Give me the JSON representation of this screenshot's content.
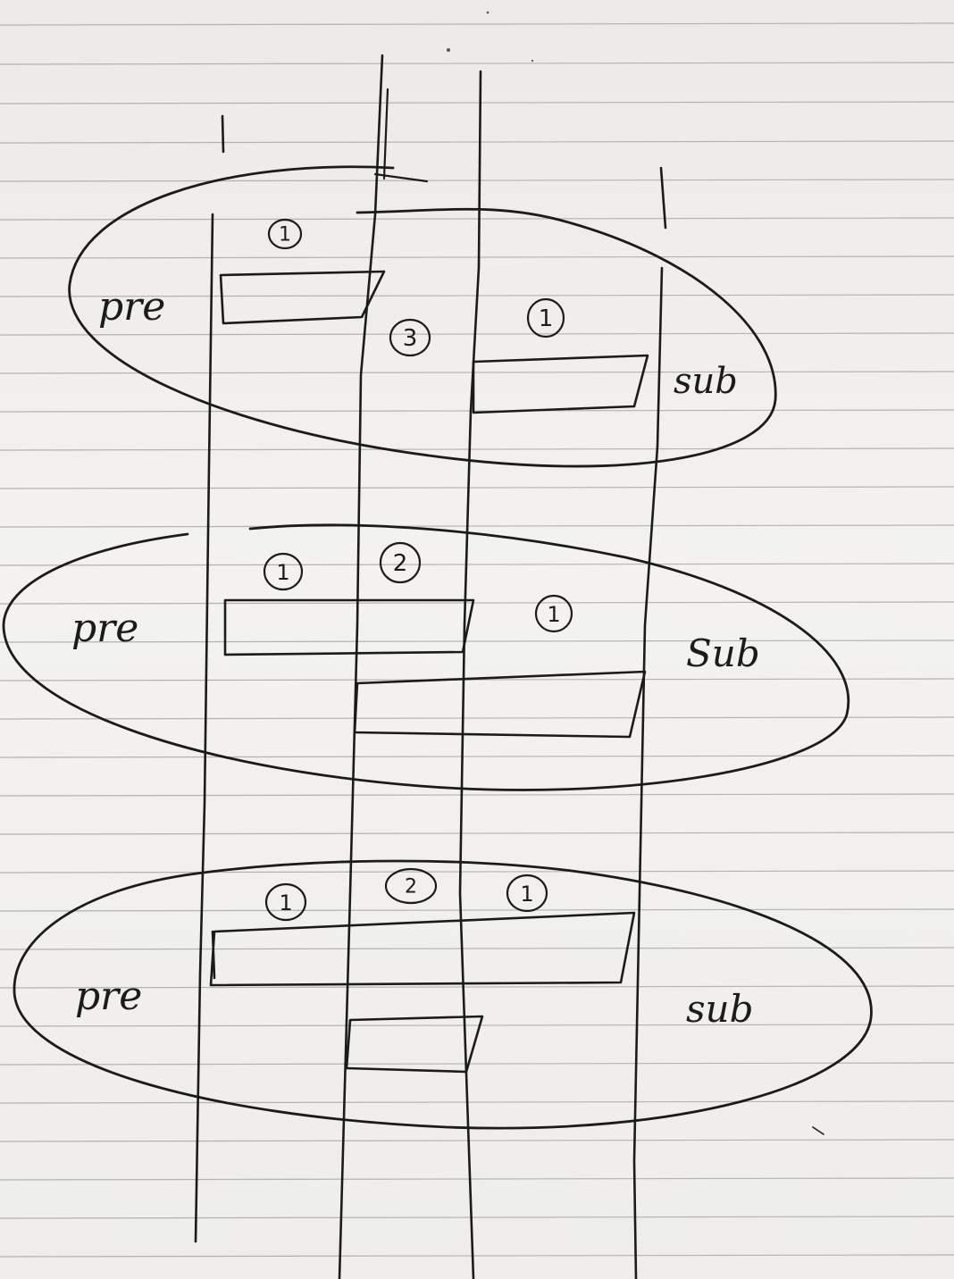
{
  "ink_color": "#1b1b1b",
  "paper_color": "#f0efec",
  "rule_color": "#b4b2ad",
  "scenarios": [
    {
      "id": "top",
      "left_label": "pre",
      "right_label": "sub",
      "markers": [
        "1",
        "3",
        "1"
      ]
    },
    {
      "id": "middle",
      "left_label": "pre",
      "right_label": "Sub",
      "markers": [
        "1",
        "2",
        "1"
      ]
    },
    {
      "id": "bottom",
      "left_label": "pre",
      "right_label": "sub",
      "markers": [
        "1",
        "2",
        "1"
      ]
    }
  ]
}
